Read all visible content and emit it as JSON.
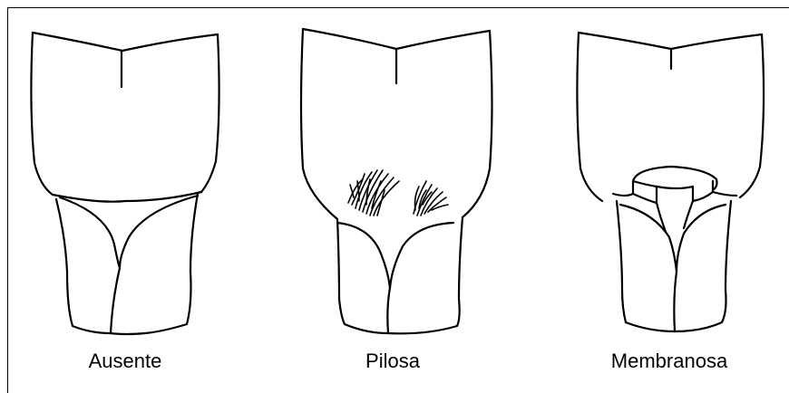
{
  "figure": {
    "panels": [
      {
        "label": "Ausente",
        "icon": "ligule-absent-icon"
      },
      {
        "label": "Pilosa",
        "icon": "ligule-hairy-icon"
      },
      {
        "label": "Membranosa",
        "icon": "ligule-membranous-icon"
      }
    ]
  }
}
